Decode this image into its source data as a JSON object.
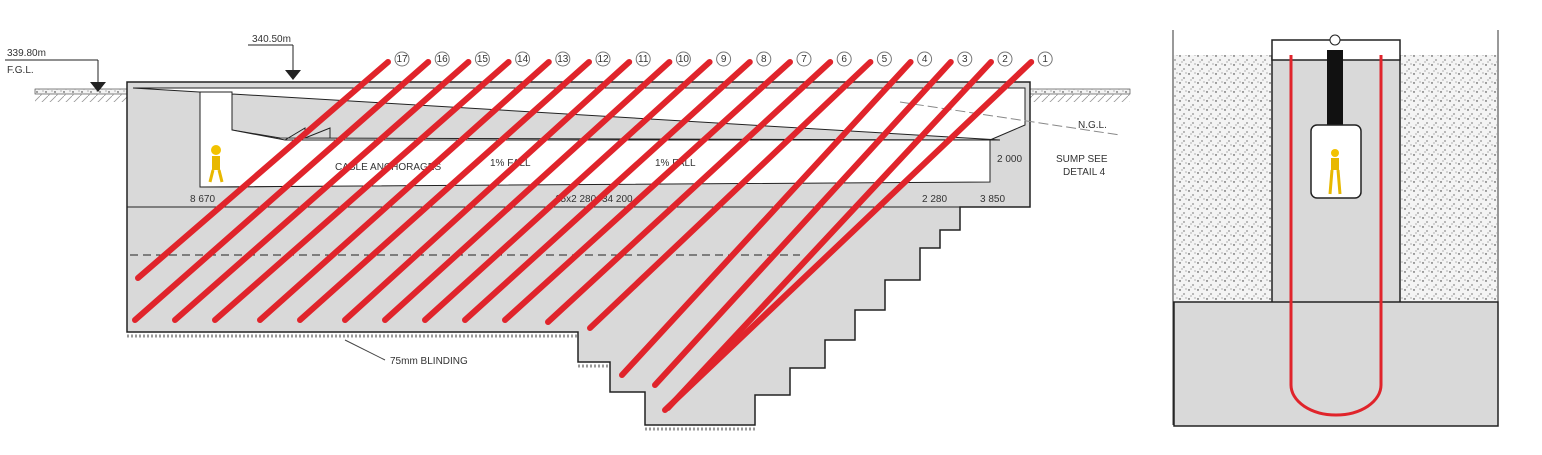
{
  "section": {
    "fgl_level": "339.80m",
    "fgl_label": "F.G.L.",
    "top_level": "340.50m",
    "ngl_label": "N.G.L.",
    "cable_anchorages": "CABLE ANCHORAGES",
    "fall_left": "1% FALL",
    "fall_right": "1% FALL",
    "dim_2000": "2 000",
    "sump_line1": "SUMP SEE",
    "sump_line2": "DETAIL 4",
    "dim_8670": "8 670",
    "dim_span": "15x2 280=34 200",
    "dim_2280": "2 280",
    "dim_3850": "3 850",
    "blinding": "75mm BLINDING",
    "cable_numbers": [
      "17",
      "16",
      "15",
      "14",
      "13",
      "12",
      "11",
      "10",
      "9",
      "8",
      "7",
      "6",
      "5",
      "4",
      "3",
      "2",
      "1"
    ]
  },
  "colors": {
    "cable": "#e0242b",
    "concrete": "#d9d9d9",
    "line": "#222222"
  }
}
